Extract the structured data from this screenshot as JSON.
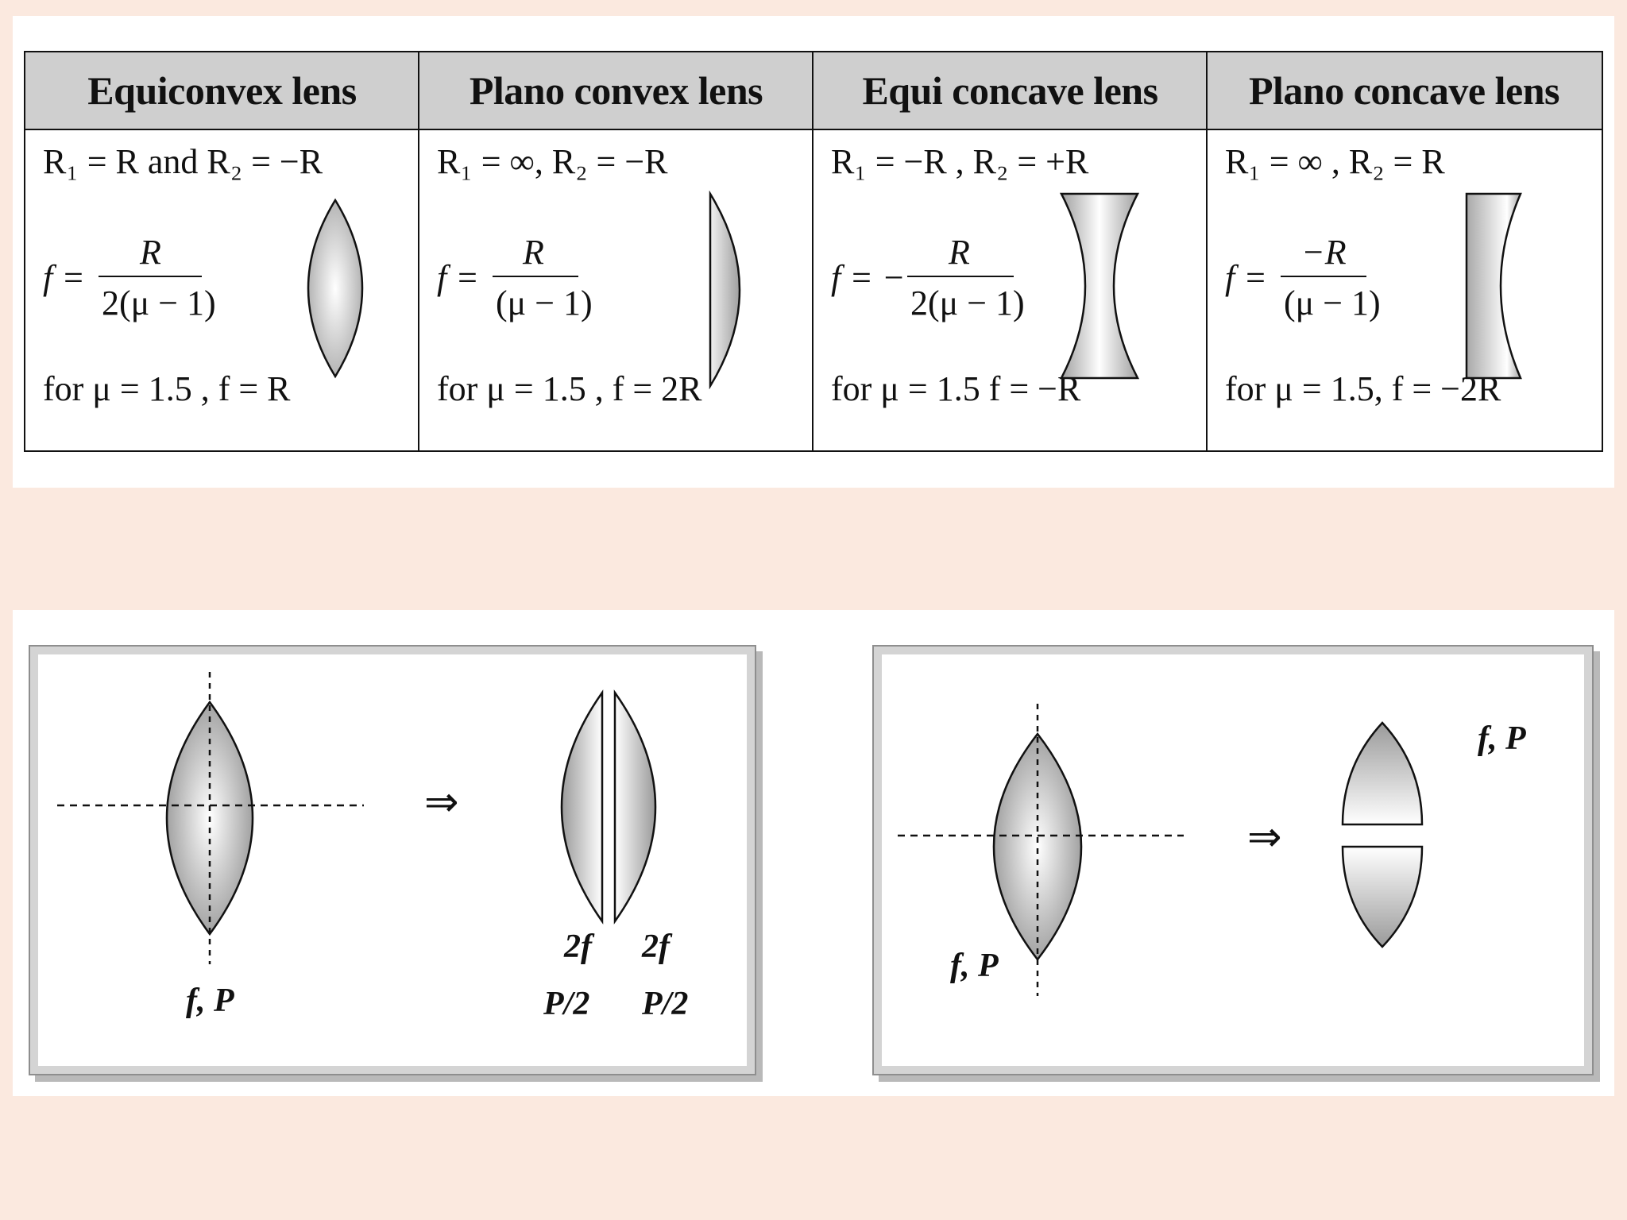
{
  "table": {
    "headers": [
      "Equiconvex lens",
      "Plano convex lens",
      "Equi concave lens",
      "Plano concave lens"
    ],
    "cells": [
      {
        "radii": "R₁ = R and R₂ = −R",
        "lhs": "f =",
        "numerator": "R",
        "denominator": "2(μ − 1)",
        "example": "for μ = 1.5 , f = R"
      },
      {
        "radii": "R₁ = ∞, R₂ = −R",
        "lhs": "f =",
        "numerator": "R",
        "denominator": "(μ − 1)",
        "example": "for μ = 1.5 , f = 2R"
      },
      {
        "radii": "R₁ = −R , R₂ = +R",
        "lhs": "f = −",
        "numerator": "R",
        "denominator": "2(μ − 1)",
        "example": "for μ = 1.5  f = −R"
      },
      {
        "radii": "R₁ = ∞ , R₂ = R",
        "lhs": "f =",
        "numerator": "−R",
        "denominator": "(μ − 1)",
        "example": "for μ = 1.5, f = −2R"
      }
    ]
  },
  "diagram_left": {
    "lens_label": "f, P",
    "arrow": "⇒",
    "half_focal": [
      "2f",
      "2f"
    ],
    "half_power": [
      "P/2",
      "P/2"
    ]
  },
  "diagram_right": {
    "lens_label": "f, P",
    "arrow": "⇒",
    "halves_label": "f, P"
  },
  "colors": {
    "background": "#fbe9df",
    "header_fill": "#cfcfcf",
    "lens_dark": "#9a9a9a",
    "lens_light": "#ffffff"
  }
}
